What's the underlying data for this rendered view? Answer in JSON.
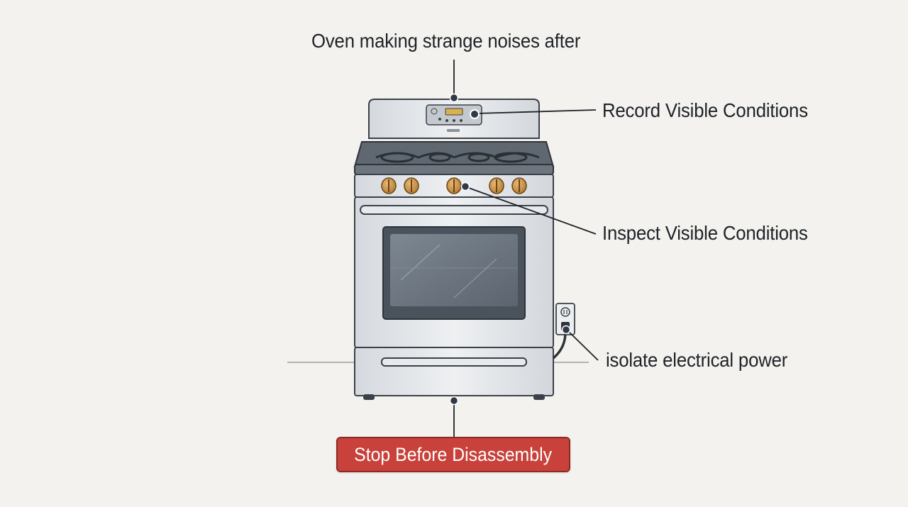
{
  "labels": {
    "title": "Oven making strange noises after",
    "record": "Record Visible Conditions",
    "inspect": "Inspect Visible Conditions",
    "isolate": "isolate electrical power",
    "stop": "Stop Before Disassembly"
  },
  "colors": {
    "background": "#f3f2ee",
    "stop_badge": "#c8413a",
    "stove_body": "#e3e6ea",
    "knob": "#c98b3a",
    "line": "#1e2228"
  },
  "icons": [
    "stove-illustration",
    "power-outlet-icon",
    "control-knob-icon"
  ]
}
